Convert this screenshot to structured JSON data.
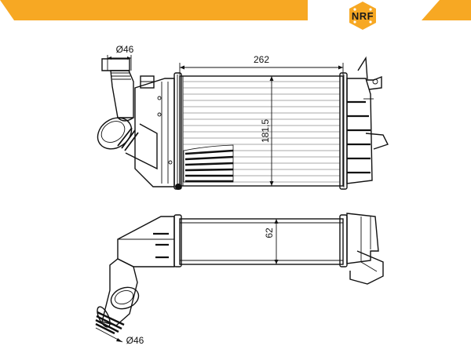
{
  "brand": {
    "name": "NRF",
    "accent": "#f7a823",
    "text_color": "#1a1a1a"
  },
  "dimensions": {
    "top_hose_diameter": "Ø46",
    "width": "262",
    "height": "181,5",
    "depth": "62",
    "bottom_hose_diameter": "Ø46"
  }
}
